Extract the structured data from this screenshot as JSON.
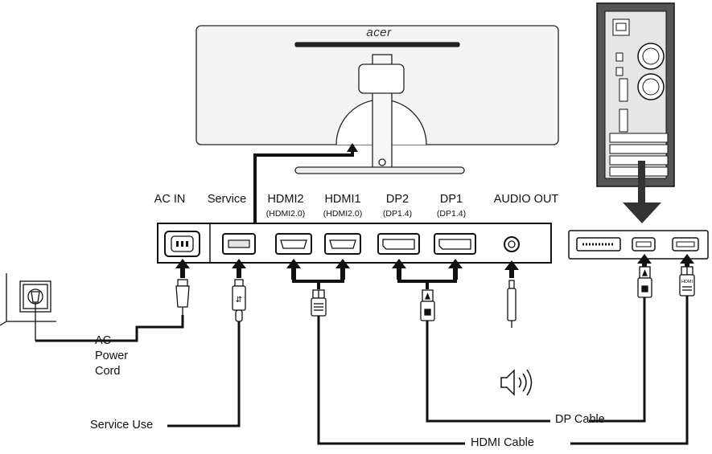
{
  "monitor": {
    "brand_logo": "acer"
  },
  "ports": {
    "ac_in": "AC IN",
    "service": "Service",
    "hdmi2": "HDMI2",
    "hdmi2_sub": "(HDMI2.0)",
    "hdmi1": "HDMI1",
    "hdmi1_sub": "(HDMI2.0)",
    "dp2": "DP2",
    "dp2_sub": "(DP1.4)",
    "dp1": "DP1",
    "dp1_sub": "(DP1.4)",
    "audio_out": "AUDIO OUT"
  },
  "cables": {
    "ac_power_cord": [
      "AC",
      "Power",
      "Cord"
    ],
    "service_use": "Service Use",
    "dp_cable": "DP Cable",
    "hdmi_cable": "HDMI Cable"
  },
  "pc_connector": {
    "hdmi_plug_text": "HDMI"
  },
  "icons": {
    "speaker": "speaker-icon",
    "usb": "usb-icon",
    "wall_outlet": "wall-outlet-icon"
  },
  "colors": {
    "line": "#111111",
    "fill_gray": "#d9d9d9",
    "arrow": "#222222"
  }
}
